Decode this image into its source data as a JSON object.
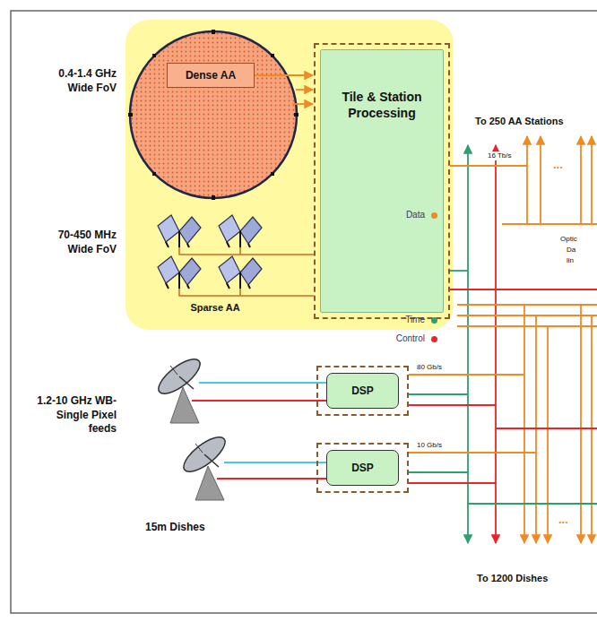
{
  "diagram": {
    "nodes": [
      {
        "text": [
          "Dense AA"
        ]
      },
      {
        "text": [
          "Tile & Station Processing",
          "Data",
          "Time",
          "Control"
        ]
      },
      {
        "text": [
          "DSP"
        ]
      },
      {
        "text": [
          "DSP"
        ]
      }
    ],
    "edges": [
      {
        "from": 0,
        "to": 1,
        "arrow": "to"
      }
    ],
    "labels": [
      "0.4-1.4 GHz Wide FoV",
      "70-450 MHz Wide FoV",
      "Sparse AA",
      "1.2-10 GHz WB-Single Pixel feeds",
      "15m Dishes",
      "To 250 AA Stations",
      "16 Tb/s",
      "80 Gb/s",
      "10 Gb/s",
      "Optic",
      "Da",
      "lin",
      "...",
      "...",
      "To 1200 Dishes"
    ]
  }
}
